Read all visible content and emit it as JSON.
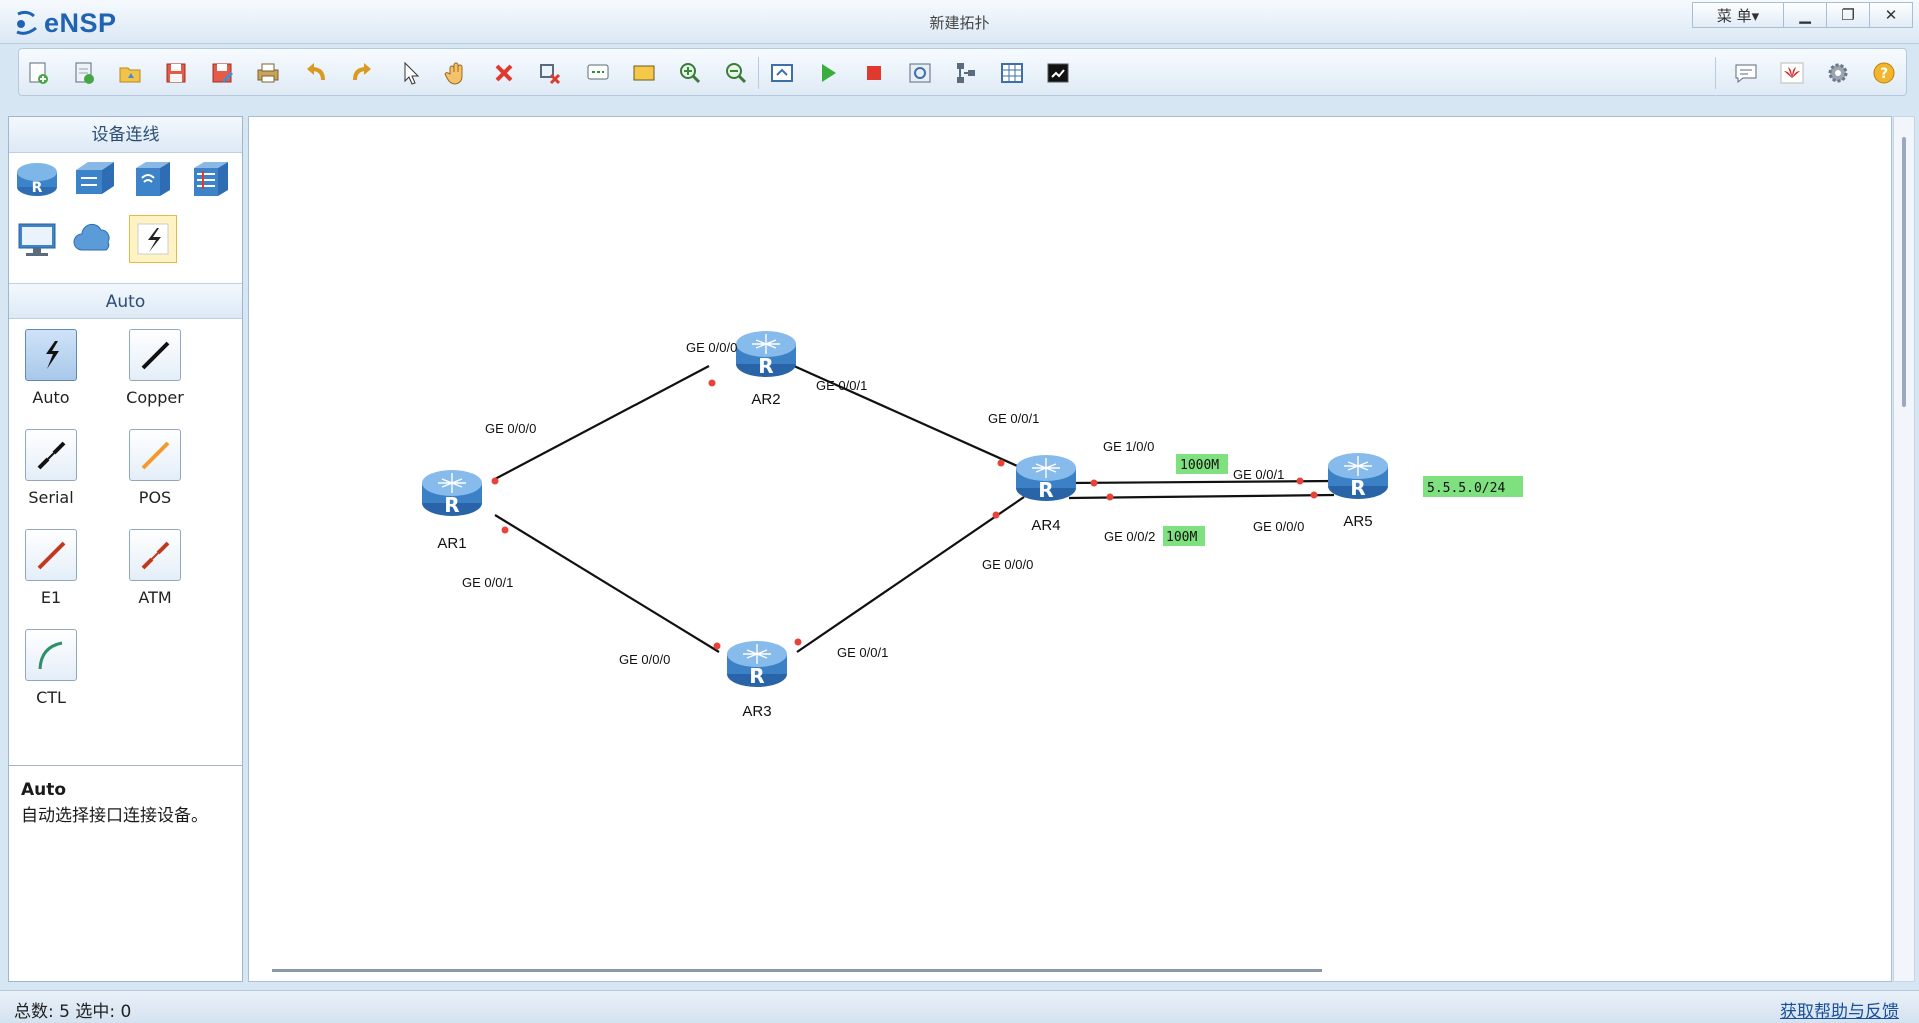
{
  "app": {
    "name": "eNSP",
    "window_title": "新建拓扑",
    "menu_label": "菜 单▾"
  },
  "toolbar": {
    "left": [
      "new-topo-icon",
      "new-file-icon",
      "open-icon",
      "save-icon",
      "save-as-icon",
      "print-icon",
      "undo-icon",
      "redo-icon",
      "select-icon",
      "pan-hand-icon",
      "delete-icon",
      "delete-link-icon",
      "text-note-icon",
      "rectangle-icon",
      "zoom-in-icon",
      "zoom-out-icon",
      "fit-icon",
      "start-device-icon",
      "stop-device-icon",
      "capture-icon",
      "topology-icon",
      "grid-icon",
      "terminal-icon"
    ],
    "right": [
      "message-icon",
      "huawei-icon",
      "settings-icon",
      "help-icon"
    ]
  },
  "sidebar": {
    "device_header": "设备连线",
    "devices": [
      "router-icon",
      "switch-icon",
      "wlan-icon",
      "firewall-icon",
      "pc-icon",
      "cloud-icon",
      "link-icon"
    ],
    "auto_header": "Auto",
    "connections": [
      {
        "label": "Auto"
      },
      {
        "label": "Copper"
      },
      {
        "label": "Serial"
      },
      {
        "label": "POS"
      },
      {
        "label": "E1"
      },
      {
        "label": "ATM"
      },
      {
        "label": "CTL"
      }
    ],
    "description": {
      "title": "Auto",
      "text": "自动选择接口连接设备。"
    }
  },
  "topology": {
    "devices": [
      {
        "id": "AR1",
        "label": "AR1"
      },
      {
        "id": "AR2",
        "label": "AR2"
      },
      {
        "id": "AR3",
        "label": "AR3"
      },
      {
        "id": "AR4",
        "label": "AR4"
      },
      {
        "id": "AR5",
        "label": "AR5"
      }
    ],
    "port_labels": [
      "GE 0/0/0",
      "GE 0/0/0",
      "GE 0/0/1",
      "GE 0/0/1",
      "GE 0/0/1",
      "GE 0/0/0",
      "GE 0/0/0",
      "GE 0/0/1",
      "GE 1/0/0",
      "GE 0/0/1",
      "GE 0/0/2",
      "GE 0/0/0"
    ],
    "notes": [
      "1000M",
      "100M",
      "5.5.5.0/24"
    ],
    "colors": {
      "link": "#111111",
      "port_dot": "#e8423a",
      "note_bg": "#7fe07f"
    }
  },
  "status": {
    "left": "总数: 5 选中: 0",
    "help": "获取帮助与反馈"
  }
}
